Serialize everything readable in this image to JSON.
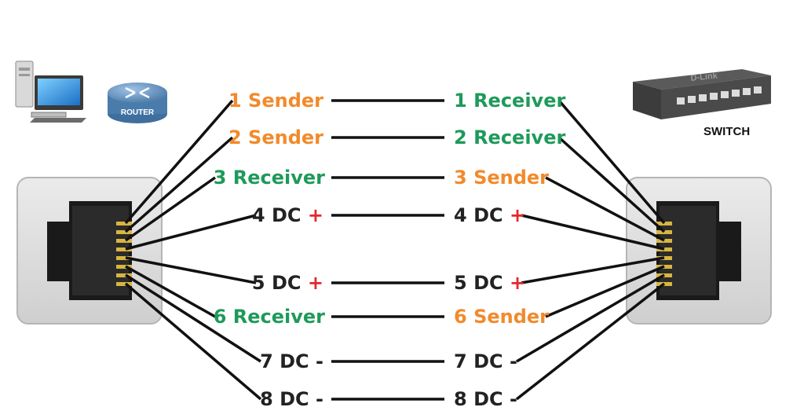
{
  "colors": {
    "sender": "#f28a2b",
    "receiver": "#1e9a5a",
    "dc": "#222222",
    "plus": "#e8262a",
    "wire": "#111111",
    "gold": "#d8b540"
  },
  "devices": {
    "router_label": "ROUTER",
    "switch_label": "SWITCH",
    "switch_brand": "D-Link",
    "icons": [
      "desktop-computer-icon",
      "router-icon",
      "network-switch-icon",
      "rj45-port-icon"
    ]
  },
  "pins": {
    "left": [
      {
        "num": "1",
        "text": "Sender",
        "role": "sender"
      },
      {
        "num": "2",
        "text": "Sender",
        "role": "sender"
      },
      {
        "num": "3",
        "text": "Receiver",
        "role": "receiver"
      },
      {
        "num": "4",
        "text": "DC",
        "sign": "+",
        "role": "dc"
      },
      {
        "num": "5",
        "text": "DC",
        "sign": "+",
        "role": "dc"
      },
      {
        "num": "6",
        "text": "Receiver",
        "role": "receiver"
      },
      {
        "num": "7",
        "text": "DC",
        "sign": "-",
        "role": "dc"
      },
      {
        "num": "8",
        "text": "DC",
        "sign": "-",
        "role": "dc"
      }
    ],
    "right": [
      {
        "num": "1",
        "text": "Receiver",
        "role": "receiver"
      },
      {
        "num": "2",
        "text": "Receiver",
        "role": "receiver"
      },
      {
        "num": "3",
        "text": "Sender",
        "role": "sender"
      },
      {
        "num": "4",
        "text": "DC",
        "sign": "+",
        "role": "dc"
      },
      {
        "num": "5",
        "text": "DC",
        "sign": "+",
        "role": "dc"
      },
      {
        "num": "6",
        "text": "Sender",
        "role": "sender"
      },
      {
        "num": "7",
        "text": "DC",
        "sign": "-",
        "role": "dc"
      },
      {
        "num": "8",
        "text": "DC",
        "sign": "-",
        "role": "dc"
      }
    ]
  }
}
